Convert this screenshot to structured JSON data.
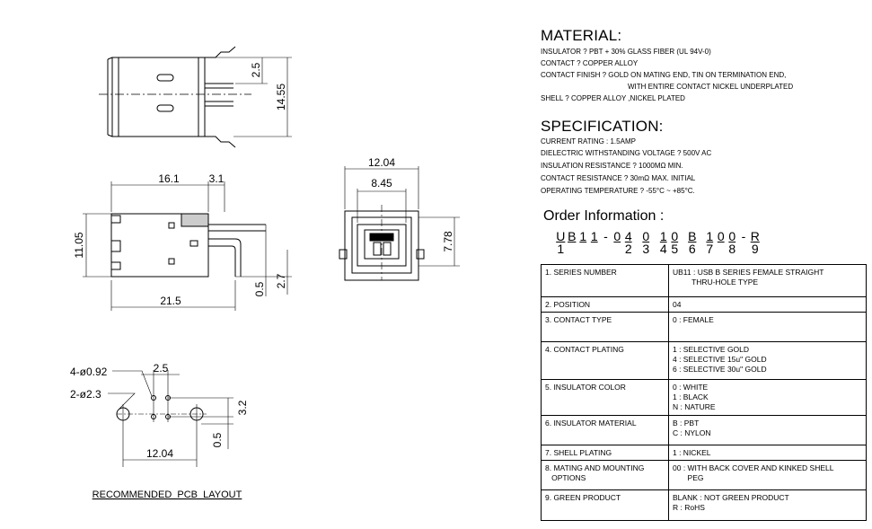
{
  "material": {
    "title": "MATERIAL:",
    "lines": [
      "INSULATOR ? PBT + 30% GLASS FIBER (UL 94V-0)",
      "CONTACT ? COPPER  ALLOY",
      "CONTACT FINISH ? GOLD ON MATING END, TIN ON TERMINATION END,",
      "WITH ENTIRE CONTACT NICKEL UNDERPLATED",
      "SHELL ? COPPER ALLOY ,NICKEL PLATED"
    ]
  },
  "specification": {
    "title": "SPECIFICATION:",
    "lines": [
      "CURRENT RATING : 1.5AMP",
      "DIELECTRIC WITHSTANDING VOLTAGE ? 500V AC",
      "INSULATION RESISTANCE ? 1000MΩ   MIN.",
      "CONTACT RESISTANCE ? 30mΩ MAX. INITIAL",
      "OPERATING TEMPERATURE ? -55°C ~ +85°C."
    ]
  },
  "order_info": {
    "title": "Order Information :",
    "code_chars": [
      "U",
      "B",
      "1",
      "1",
      "-",
      "0",
      "4",
      "0",
      "1",
      "0",
      "B",
      "1",
      "0",
      "0",
      "-",
      "R"
    ],
    "code_numbers": [
      "1",
      "",
      "",
      "",
      "",
      "2",
      "3",
      "4",
      "5",
      "6",
      "7",
      "8",
      "",
      "",
      "",
      "9"
    ],
    "rows": [
      {
        "label": "1. SERIES NUMBER",
        "value": "UB11 : USB B SERIES FEMALE STRAIGHT\n         THRU-HOLE TYPE"
      },
      {
        "label": "2. POSITION",
        "value": "04"
      },
      {
        "label": "3. CONTACT TYPE",
        "value": "0 : FEMALE"
      },
      {
        "label": "4. CONTACT PLATING",
        "value": "1 : SELECTIVE GOLD\n4 : SELECTIVE 15u\" GOLD\n6 : SELECTIVE 30u\" GOLD"
      },
      {
        "label": "5. INSULATOR COLOR",
        "value": "0 : WHITE\n1 : BLACK\nN : NATURE"
      },
      {
        "label": "6. INSULATOR MATERIAL",
        "value": "B : PBT\nC : NYLON"
      },
      {
        "label": "7. SHELL PLATING",
        "value": "1 : NICKEL"
      },
      {
        "label": "8. MATING AND MOUNTING\n   OPTIONS",
        "value": "00 : WITH BACK COVER AND KINKED SHELL\n       PEG"
      },
      {
        "label": "9. GREEN PRODUCT",
        "value": "BLANK : NOT GREEN PRODUCT\nR : RoHS"
      }
    ]
  },
  "dimensions": {
    "top_view": {
      "d1": "2.5",
      "d2": "14.55"
    },
    "side_view": {
      "d1": "16.1",
      "d2": "3.1",
      "d3": "11.05",
      "d4": "21.5",
      "d5": "0.5",
      "d6": "2.7"
    },
    "front_view": {
      "d1": "12.04",
      "d2": "8.45",
      "d3": "7.78"
    },
    "pcb": {
      "holes_small": "4-ø0.92",
      "holes_large": "2-ø2.3",
      "d1": "2.5",
      "d2": "3.2",
      "d3": "0.5",
      "d4": "12.04",
      "title": "RECOMMENDED  PCB  LAYOUT"
    }
  }
}
